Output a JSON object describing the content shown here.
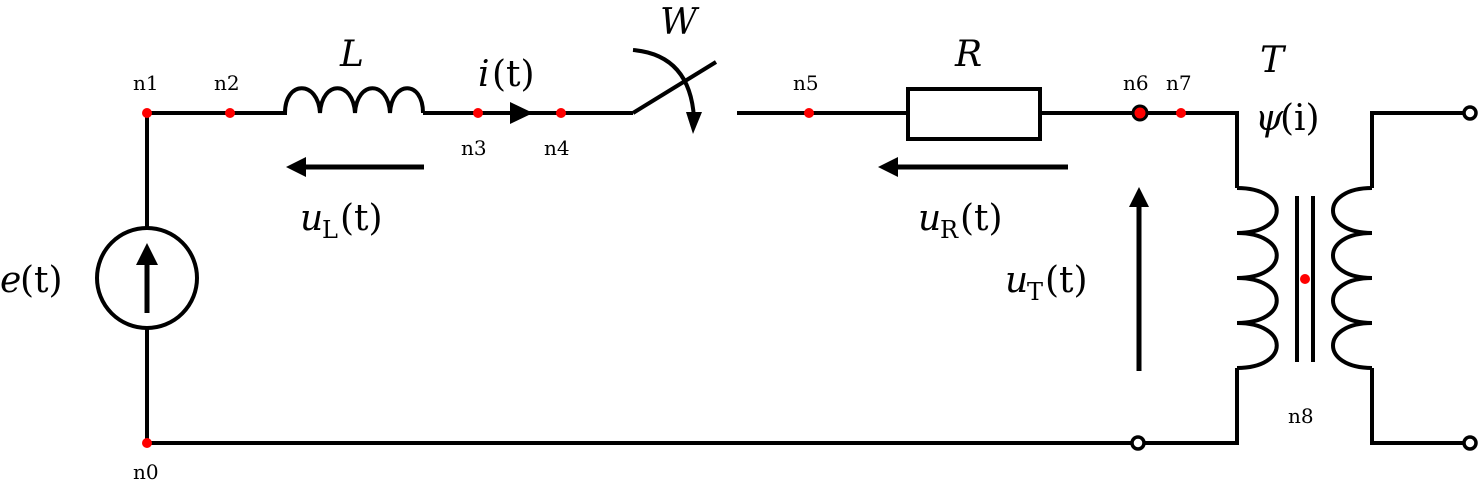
{
  "diagram": {
    "type": "electrical-circuit",
    "node_color": "#ff0000",
    "wire_color": "#000000",
    "components": {
      "source": {
        "symbol": "e",
        "arg": "(t)"
      },
      "inductor": {
        "symbol": "L"
      },
      "current": {
        "symbol": "i",
        "arg": "(t)"
      },
      "switch": {
        "symbol": "W"
      },
      "resistor": {
        "symbol": "R"
      },
      "transformer": {
        "symbol": "T",
        "flux": "ψ",
        "flux_arg": "(i)"
      }
    },
    "voltages": {
      "uL": {
        "symbol": "u",
        "sub": "L",
        "arg": "(t)"
      },
      "uR": {
        "symbol": "u",
        "sub": "R",
        "arg": "(t)"
      },
      "uT": {
        "symbol": "u",
        "sub": "T",
        "arg": "(t)"
      }
    },
    "nodes": [
      "n0",
      "n1",
      "n2",
      "n3",
      "n4",
      "n5",
      "n6",
      "n7",
      "n8"
    ]
  }
}
